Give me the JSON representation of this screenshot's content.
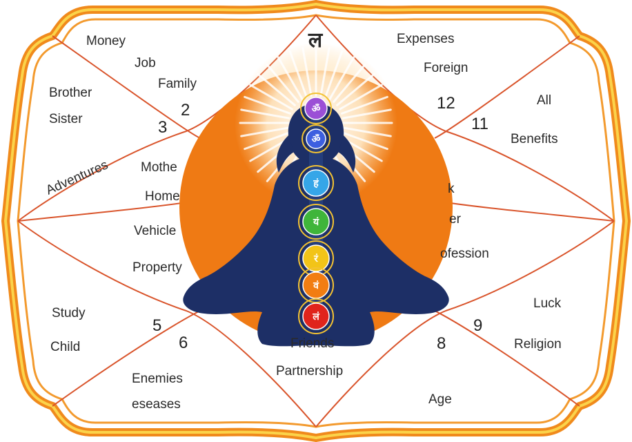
{
  "colors": {
    "border_orange": "#f08a1c",
    "border_yellow": "#fbd34a",
    "line_red": "#d9542b",
    "sun_orange": "#ef7a14",
    "silhouette_navy": "#1d2f66",
    "glow": "#ffe6b8"
  },
  "top_glyph": "ल",
  "houses": {
    "h1": {
      "number": ""
    },
    "h2": {
      "number": "2",
      "labels": [
        "Money",
        "Job",
        "Family"
      ]
    },
    "h3": {
      "number": "3",
      "labels": [
        "Brother",
        "Sister",
        "Adventures"
      ]
    },
    "h4": {
      "number": "",
      "labels": [
        "Mothe",
        "Home",
        "Vehicle",
        "Property"
      ]
    },
    "h5": {
      "number": "5",
      "labels": [
        "Study",
        "Child"
      ]
    },
    "h6": {
      "number": "6",
      "labels": [
        "Enemies",
        "eseases"
      ]
    },
    "h7": {
      "labels": [
        "Friends",
        "Partnership"
      ]
    },
    "h8": {
      "number": "8",
      "labels": [
        "Age"
      ]
    },
    "h9": {
      "number": "9",
      "labels": [
        "Luck",
        "Religion"
      ]
    },
    "h10": {
      "labels": [
        "k",
        "er",
        "ofession"
      ]
    },
    "h11": {
      "number": "11",
      "labels": [
        "All",
        "Benefits"
      ]
    },
    "h12": {
      "number": "12",
      "labels": [
        "Expenses",
        "Foreign"
      ]
    }
  },
  "chakras": [
    {
      "name": "crown",
      "color": "#9b4fd6",
      "glyph": "ॐ"
    },
    {
      "name": "third-eye",
      "color": "#3d5fe0",
      "glyph": "ॐ"
    },
    {
      "name": "throat",
      "color": "#35a6e8",
      "glyph": "हं"
    },
    {
      "name": "heart",
      "color": "#3fb53a",
      "glyph": "यं"
    },
    {
      "name": "solar-plexus",
      "color": "#f2c418",
      "glyph": "रं"
    },
    {
      "name": "sacral",
      "color": "#f27d12",
      "glyph": "वं"
    },
    {
      "name": "root",
      "color": "#e0241c",
      "glyph": "लं"
    }
  ]
}
